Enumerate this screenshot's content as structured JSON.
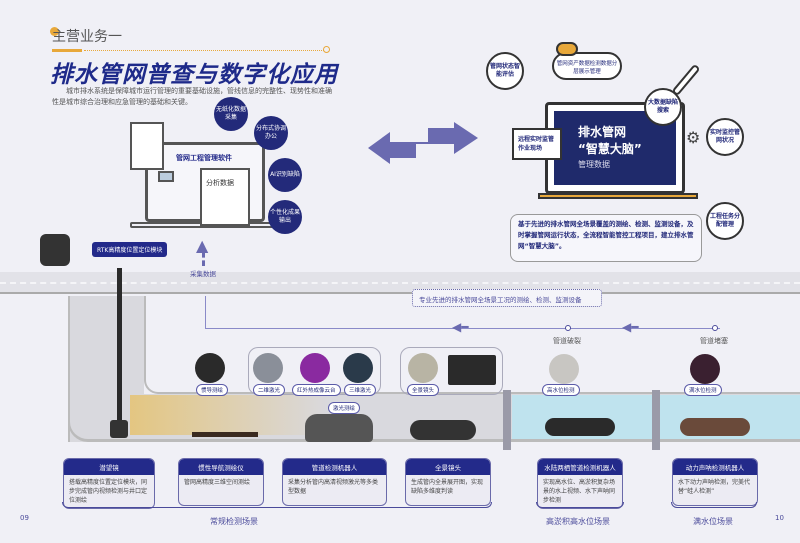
{
  "header": {
    "section": "主营业务一",
    "title": "排水管网普查与数字化应用",
    "intro": "城市排水系统是保障城市运行管理的重要基础设施，管线信息的完整性、现势性和准确性是城市综合治理和应急管理的基础和关键。"
  },
  "left_software": {
    "laptop_label": "管网工程管理软件",
    "doc_label": "分析数据",
    "features": [
      "无纸化数据采集",
      "分布式协调办公",
      "AI识别缺陷",
      "个性化成果输出"
    ],
    "collect": "采集数据",
    "rtk": "RTK高精度位置定位模块"
  },
  "brain": {
    "screen_title1": "排水管网",
    "screen_title2": "“智慧大脑”",
    "screen_sub": "管理数据",
    "remote": "远程实时监管作业现场",
    "cloud": "管网资产数据检测数据分层展示管理",
    "nodes": [
      "管网状态智能评估",
      "大数据缺陷搜索",
      "实时监控管网状况",
      "工程任务分配管理"
    ],
    "desc": "基于先进的排水管网全场景覆盖的测绘、检测、监测设备，及时掌握管网运行状态，全流程智能管控工程项目，建立排水管网“智慧大脑”。"
  },
  "equipment_note": "专业先进的排水管网全场景工况的测绘、检测、监测设备",
  "timeline": [
    "管道破裂",
    "管道堵塞"
  ],
  "thumbs": {
    "inertial": "惯导测绘",
    "laser2d": "二维激光",
    "infrared": "红外热成像云台",
    "laser3d": "三维激光",
    "panorama": "全景镜头",
    "high_water": "高水位检测",
    "full_water": "满水位检测",
    "laser_survey": "激光测绘"
  },
  "cards": [
    {
      "title": "潜望镜",
      "body": "搭载高精度位置定位模块，同步完成管内视频检测与井口定位测绘"
    },
    {
      "title": "惯性导航测绘仪",
      "body": "管网高精度三维空间测绘"
    },
    {
      "title": "管道检测机器人",
      "body": "采集分析管内高清视频激光等多类型数据"
    },
    {
      "title": "全景镜头",
      "body": "生成管内全景展开图，实现缺陷多维度判读"
    },
    {
      "title": "水陆两栖管道检测机器人",
      "body": "实现高水位、高淤积复杂场景的水上视频、水下声呐同步检测"
    },
    {
      "title": "动力声呐检测机器人",
      "body": "水下动力声呐检测，完美代替“蛙人检测”"
    }
  ],
  "scenes": [
    "常规检测场景",
    "高淤积高水位场景",
    "满水位场景"
  ],
  "pages": [
    "09",
    "10"
  ],
  "colors": {
    "navy": "#232a8a",
    "accent": "#e8a83a",
    "water": "#bfe3ee",
    "arrow": "#6a6ab0"
  }
}
